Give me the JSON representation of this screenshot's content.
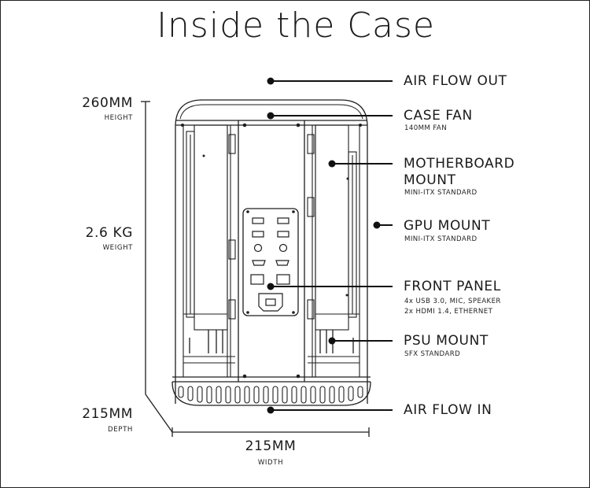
{
  "title": "Inside the Case",
  "dimensions": {
    "height": {
      "value": "260MM",
      "label": "HEIGHT"
    },
    "weight": {
      "value": "2.6 KG",
      "label": "WEIGHT"
    },
    "depth": {
      "value": "215MM",
      "label": "DEPTH"
    },
    "width": {
      "value": "215MM",
      "label": "WIDTH"
    }
  },
  "callouts": [
    {
      "name": "air-flow-out",
      "label": "AIR FLOW OUT",
      "details": []
    },
    {
      "name": "case-fan",
      "label": "CASE FAN",
      "details": [
        "140MM FAN"
      ]
    },
    {
      "name": "motherboard-mount",
      "label": "MOTHERBOARD MOUNT",
      "label_lines": [
        "MOTHERBOARD",
        "MOUNT"
      ],
      "details": [
        "MINI-ITX STANDARD"
      ]
    },
    {
      "name": "gpu-mount",
      "label": "GPU MOUNT",
      "details": [
        "MINI-ITX STANDARD"
      ]
    },
    {
      "name": "front-panel",
      "label": "FRONT PANEL",
      "details": [
        "4x USB 3.0, MIC, SPEAKER",
        "2x HDMI 1.4, ETHERNET"
      ]
    },
    {
      "name": "psu-mount",
      "label": "PSU MOUNT",
      "details": [
        "SFX STANDARD"
      ]
    },
    {
      "name": "air-flow-in",
      "label": "AIR FLOW IN",
      "details": []
    }
  ]
}
